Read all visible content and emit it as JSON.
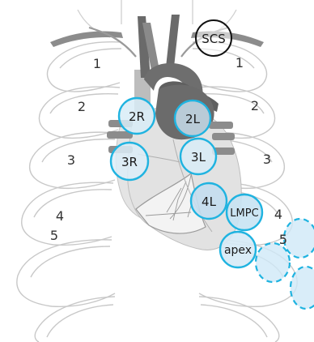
{
  "colors": {
    "circle_stroke": "#1fb3e0",
    "circle_fill": "#cfe9f7",
    "heart_dark": "#6e6e6e",
    "heart_mid": "#bcbcbc",
    "heart_light": "#e9e9e9",
    "rib_line": "#c8c8c8"
  },
  "rib_numbers_left": [
    "1",
    "2",
    "3",
    "4",
    "5"
  ],
  "rib_numbers_right": [
    "1",
    "2",
    "3",
    "4",
    "5"
  ],
  "sites": {
    "scs": "SCS",
    "r2": "2R",
    "l2": "2L",
    "r3": "3R",
    "l3": "3L",
    "l4": "4L",
    "lmpc": "LMPC",
    "apex": "apex"
  }
}
